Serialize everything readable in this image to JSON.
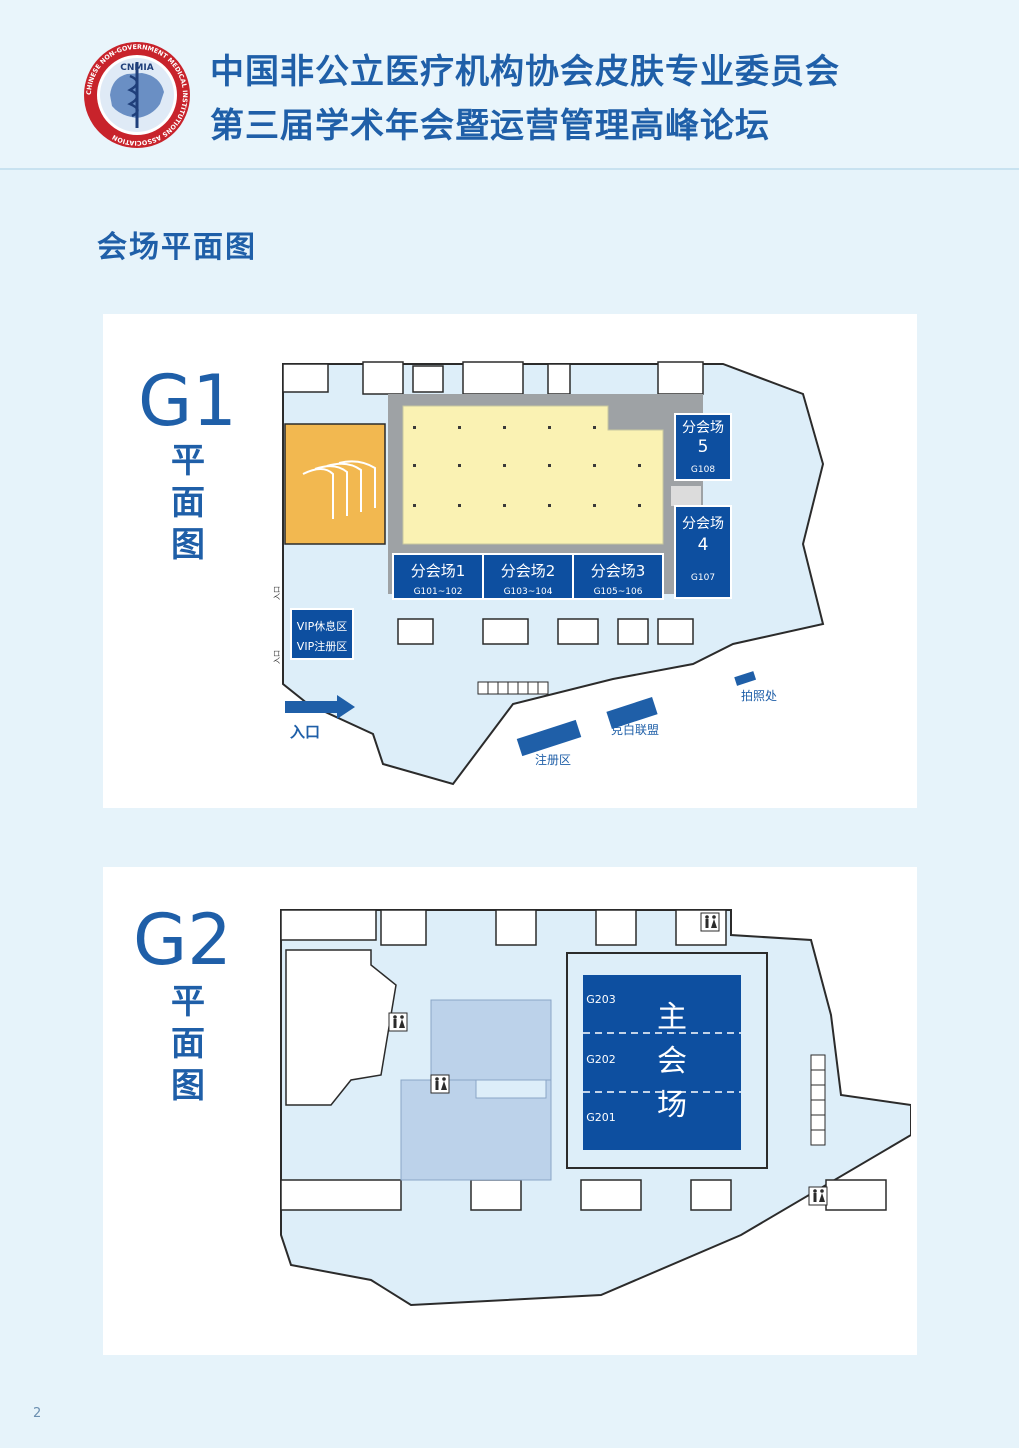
{
  "header": {
    "title_line1": "中国非公立医疗机构协会皮肤专业委员会",
    "title_line2": "第三届学术年会暨运营管理高峰论坛",
    "logo": {
      "abbr": "CNMIA",
      "ring_text": "CHINESE NON-GOVERNMENT MEDICAL INSTITUTIONS ASSOCIATION",
      "icon": "caduceus-map-logo"
    }
  },
  "section": {
    "title": "会场平面图"
  },
  "g1": {
    "floor_code": "G1",
    "floor_sub": [
      "平",
      "面",
      "图"
    ],
    "rooms": [
      {
        "name": "分会场1",
        "code": "G101~102"
      },
      {
        "name": "分会场2",
        "code": "G103~104"
      },
      {
        "name": "分会场3",
        "code": "G105~106"
      },
      {
        "name": "分会场",
        "num": "4",
        "code": "G107"
      },
      {
        "name": "分会场",
        "num": "5",
        "code": "G108"
      }
    ],
    "vip": [
      "VIP休息区",
      "VIP注册区"
    ],
    "entrance": "入口",
    "booths": [
      "注册区",
      "克白联盟",
      "拍照处"
    ],
    "small_label": "入口"
  },
  "g2": {
    "floor_code": "G2",
    "floor_sub": [
      "平",
      "面",
      "图"
    ],
    "main_hall": {
      "chars": [
        "主",
        "会",
        "场"
      ],
      "codes": [
        "G203",
        "G202",
        "G201"
      ]
    }
  },
  "colors": {
    "brand_blue": "#1f5fa8",
    "room_blue": "#0d4fa0",
    "yellow_hall": "#faf2b3",
    "auditorium": "#f2b850",
    "floor_light": "#ddeef9",
    "corridor_gray": "#9ea2a5"
  },
  "page": {
    "number": "2"
  }
}
